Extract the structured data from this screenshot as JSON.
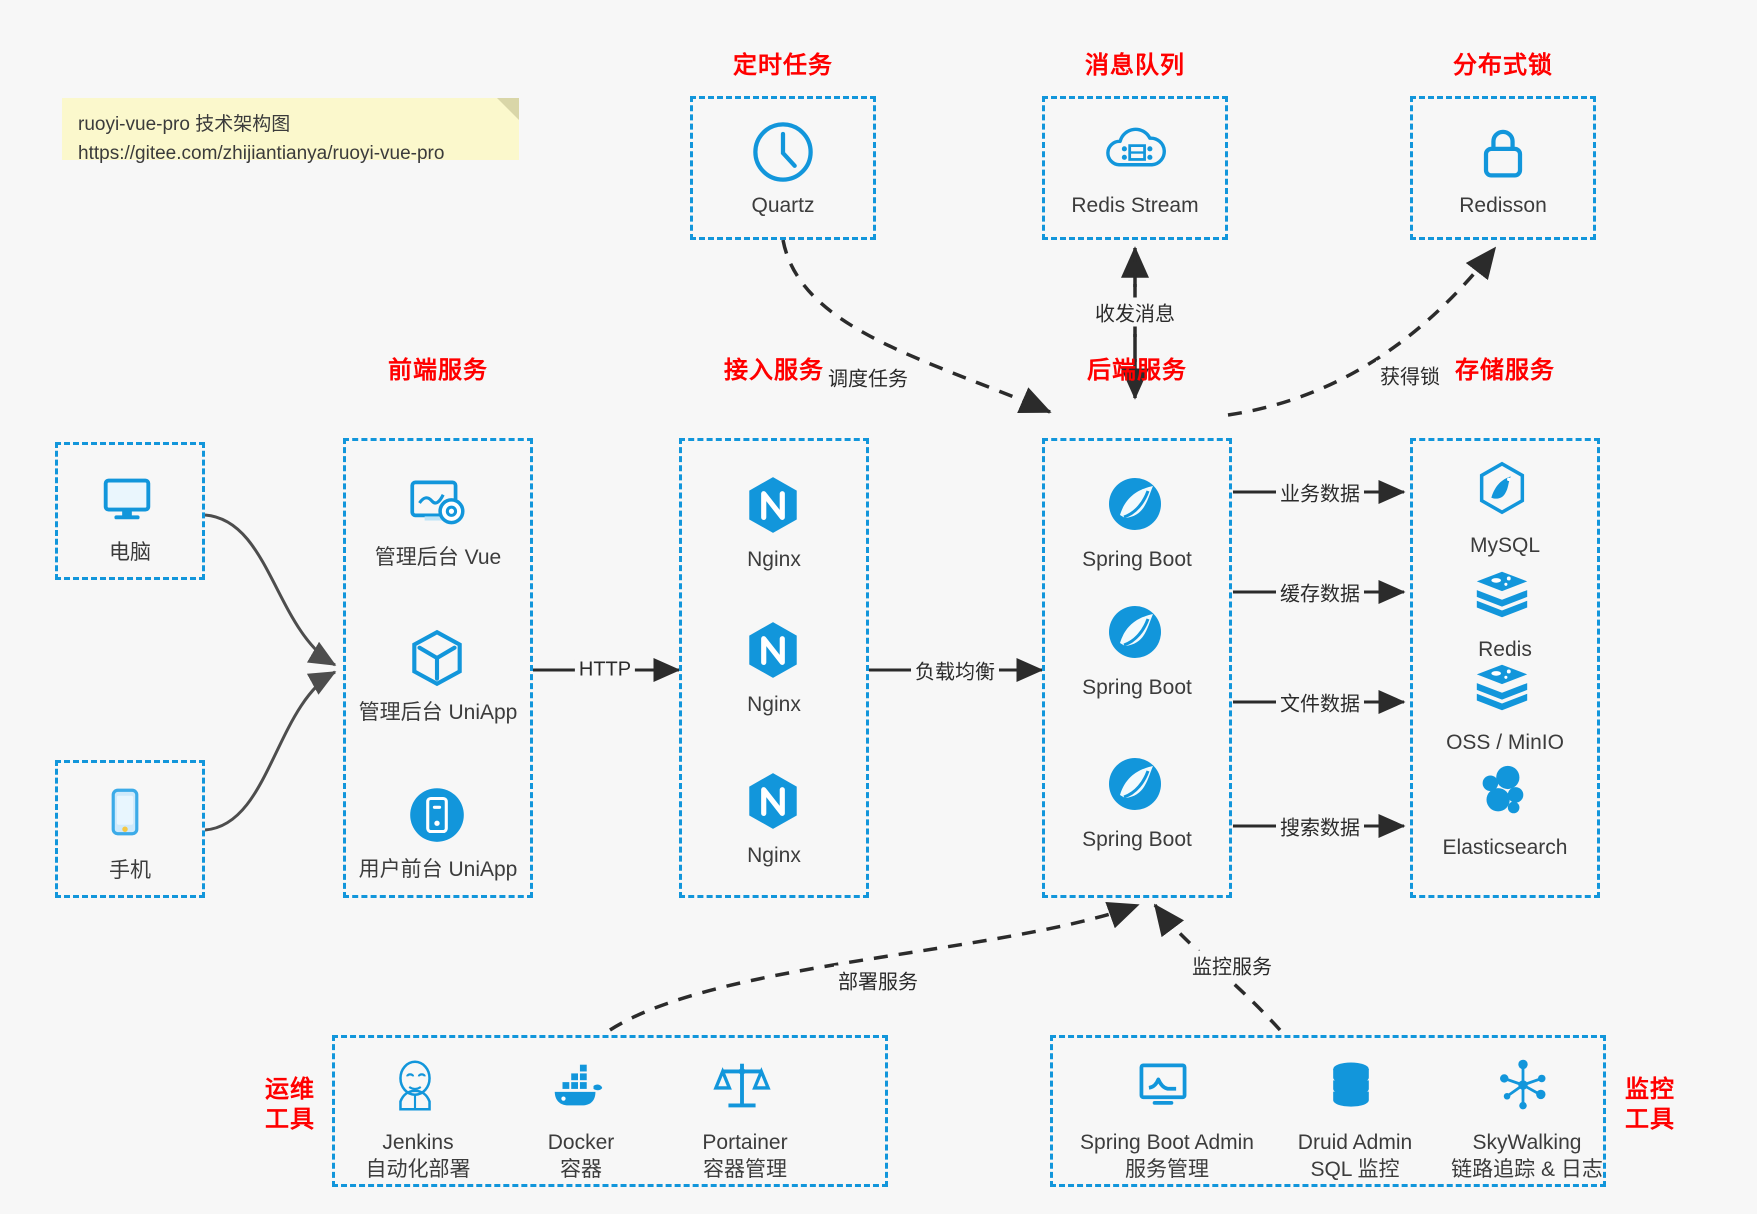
{
  "note": {
    "line1": "ruoyi-vue-pro 技术架构图",
    "line2": "https://gitee.com/zhijiantianya/ruoyi-vue-pro"
  },
  "colors": {
    "accent": "#1296db",
    "title": "#ff0000",
    "text": "#3c3c3c",
    "background": "#f7f7f7",
    "note_bg": "#fbf8cc",
    "edge": "#2b2b2b",
    "client_edge": "#4d4d4d"
  },
  "groups": {
    "scheduler": {
      "title": "定时任务",
      "nodes": [
        {
          "label": "Quartz",
          "icon": "clock-icon"
        }
      ]
    },
    "mq": {
      "title": "消息队列",
      "nodes": [
        {
          "label": "Redis Stream",
          "icon": "cloud-stream-icon"
        }
      ]
    },
    "lock": {
      "title": "分布式锁",
      "nodes": [
        {
          "label": "Redisson",
          "icon": "lock-icon"
        }
      ]
    },
    "clients": {
      "nodes": [
        {
          "label": "电脑",
          "icon": "desktop-icon"
        },
        {
          "label": "手机",
          "icon": "mobile-icon"
        }
      ]
    },
    "frontend": {
      "title": "前端服务",
      "nodes": [
        {
          "label": "管理后台 Vue",
          "icon": "dashboard-settings-icon"
        },
        {
          "label": "管理后台 UniApp",
          "icon": "cube-icon"
        },
        {
          "label": "用户前台 UniApp",
          "icon": "phone-circle-icon"
        }
      ]
    },
    "gateway": {
      "title": "接入服务",
      "nodes": [
        {
          "label": "Nginx",
          "icon": "nginx-icon"
        },
        {
          "label": "Nginx",
          "icon": "nginx-icon"
        },
        {
          "label": "Nginx",
          "icon": "nginx-icon"
        }
      ]
    },
    "backend": {
      "title": "后端服务",
      "nodes": [
        {
          "label": "Spring Boot",
          "icon": "spring-boot-icon"
        },
        {
          "label": "Spring Boot",
          "icon": "spring-boot-icon"
        },
        {
          "label": "Spring Boot",
          "icon": "spring-boot-icon"
        }
      ]
    },
    "storage": {
      "title": "存储服务",
      "nodes": [
        {
          "label": "MySQL",
          "icon": "mysql-icon"
        },
        {
          "label": "Redis",
          "icon": "redis-icon"
        },
        {
          "label": "OSS / MinIO",
          "icon": "redis-icon"
        },
        {
          "label": "Elasticsearch",
          "icon": "elasticsearch-icon"
        }
      ]
    },
    "devops": {
      "title": "运维\n工具",
      "title_line1": "运维",
      "title_line2": "工具",
      "nodes": [
        {
          "label": "Jenkins",
          "sublabel": "自动化部署",
          "icon": "jenkins-icon"
        },
        {
          "label": "Docker",
          "sublabel": "容器",
          "icon": "docker-icon"
        },
        {
          "label": "Portainer",
          "sublabel": "容器管理",
          "icon": "scales-icon"
        }
      ]
    },
    "monitor": {
      "title_line1": "监控",
      "title_line2": "工具",
      "nodes": [
        {
          "label": "Spring Boot Admin",
          "sublabel": "服务管理",
          "icon": "monitor-chart-icon"
        },
        {
          "label": "Druid Admin",
          "sublabel": "SQL 监控",
          "icon": "database-icon"
        },
        {
          "label": "SkyWalking",
          "sublabel": "链路追踪 & 日志",
          "icon": "skywalking-icon"
        }
      ]
    }
  },
  "edges": [
    {
      "id": "http",
      "label": "HTTP"
    },
    {
      "id": "load-balance",
      "label": "负载均衡"
    },
    {
      "id": "schedule-task",
      "label": "调度任务"
    },
    {
      "id": "send-receive-message",
      "label": "收发消息"
    },
    {
      "id": "acquire-lock",
      "label": "获得锁"
    },
    {
      "id": "business-data",
      "label": "业务数据"
    },
    {
      "id": "cache-data",
      "label": "缓存数据"
    },
    {
      "id": "file-data",
      "label": "文件数据"
    },
    {
      "id": "search-data",
      "label": "搜索数据"
    },
    {
      "id": "deploy-service",
      "label": "部署服务"
    },
    {
      "id": "monitor-service",
      "label": "监控服务"
    }
  ]
}
